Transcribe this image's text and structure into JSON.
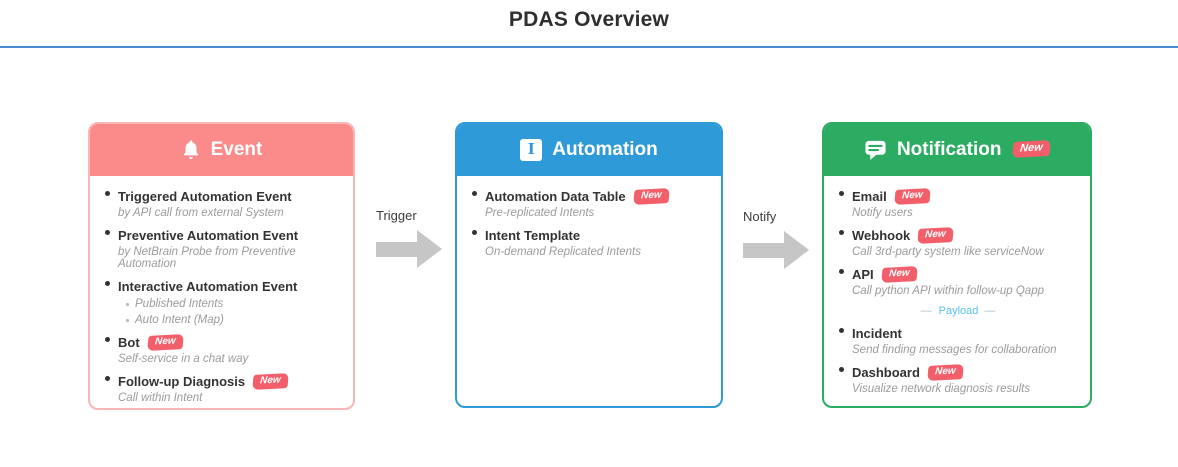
{
  "page": {
    "title": "PDAS Overview"
  },
  "badge_label": "New",
  "payload_dash": "—",
  "colors": {
    "title_rule": "#4a8bd0",
    "event_header": "#fb8b8b",
    "event_border": "#f9b6b6",
    "automation": "#2e9ad8",
    "notification": "#2cab62",
    "badge": "#f25f6a",
    "payload_text": "#55c1f1",
    "arrow": "#c6c6c6"
  },
  "arrows": [
    {
      "label": "Trigger"
    },
    {
      "label": "Notify"
    }
  ],
  "cards": [
    {
      "title": "Event",
      "icon": "bell-icon",
      "new": false,
      "items": [
        {
          "title": "Triggered Automation Event",
          "new": false,
          "desc": "by API call from external System"
        },
        {
          "title": "Preventive Automation Event",
          "new": false,
          "desc": "by NetBrain Probe from Preventive Automation"
        },
        {
          "title": "Interactive Automation Event",
          "new": false,
          "subitems": [
            "Published Intents",
            "Auto Intent (Map)"
          ]
        },
        {
          "title": "Bot",
          "new": true,
          "desc": "Self-service in a chat way"
        },
        {
          "title": "Follow-up Diagnosis",
          "new": true,
          "desc": "Call within Intent"
        }
      ]
    },
    {
      "title": "Automation",
      "icon": "intent-icon",
      "new": false,
      "items": [
        {
          "title": "Automation Data Table",
          "new": true,
          "desc": "Pre-replicated Intents"
        },
        {
          "title": "Intent Template",
          "new": false,
          "desc": "On-demand Replicated Intents"
        }
      ]
    },
    {
      "title": "Notification",
      "icon": "chat-icon",
      "new": true,
      "items": [
        {
          "title": "Email",
          "new": true,
          "desc": "Notify users"
        },
        {
          "title": "Webhook",
          "new": true,
          "desc": "Call 3rd-party system like serviceNow"
        },
        {
          "title": "API",
          "new": true,
          "desc": "Call python API within follow-up Qapp",
          "extra": "Payload"
        },
        {
          "title": "Incident",
          "new": false,
          "desc": "Send finding messages for collaboration"
        },
        {
          "title": "Dashboard",
          "new": true,
          "desc": "Visualize network diagnosis results"
        }
      ]
    }
  ]
}
